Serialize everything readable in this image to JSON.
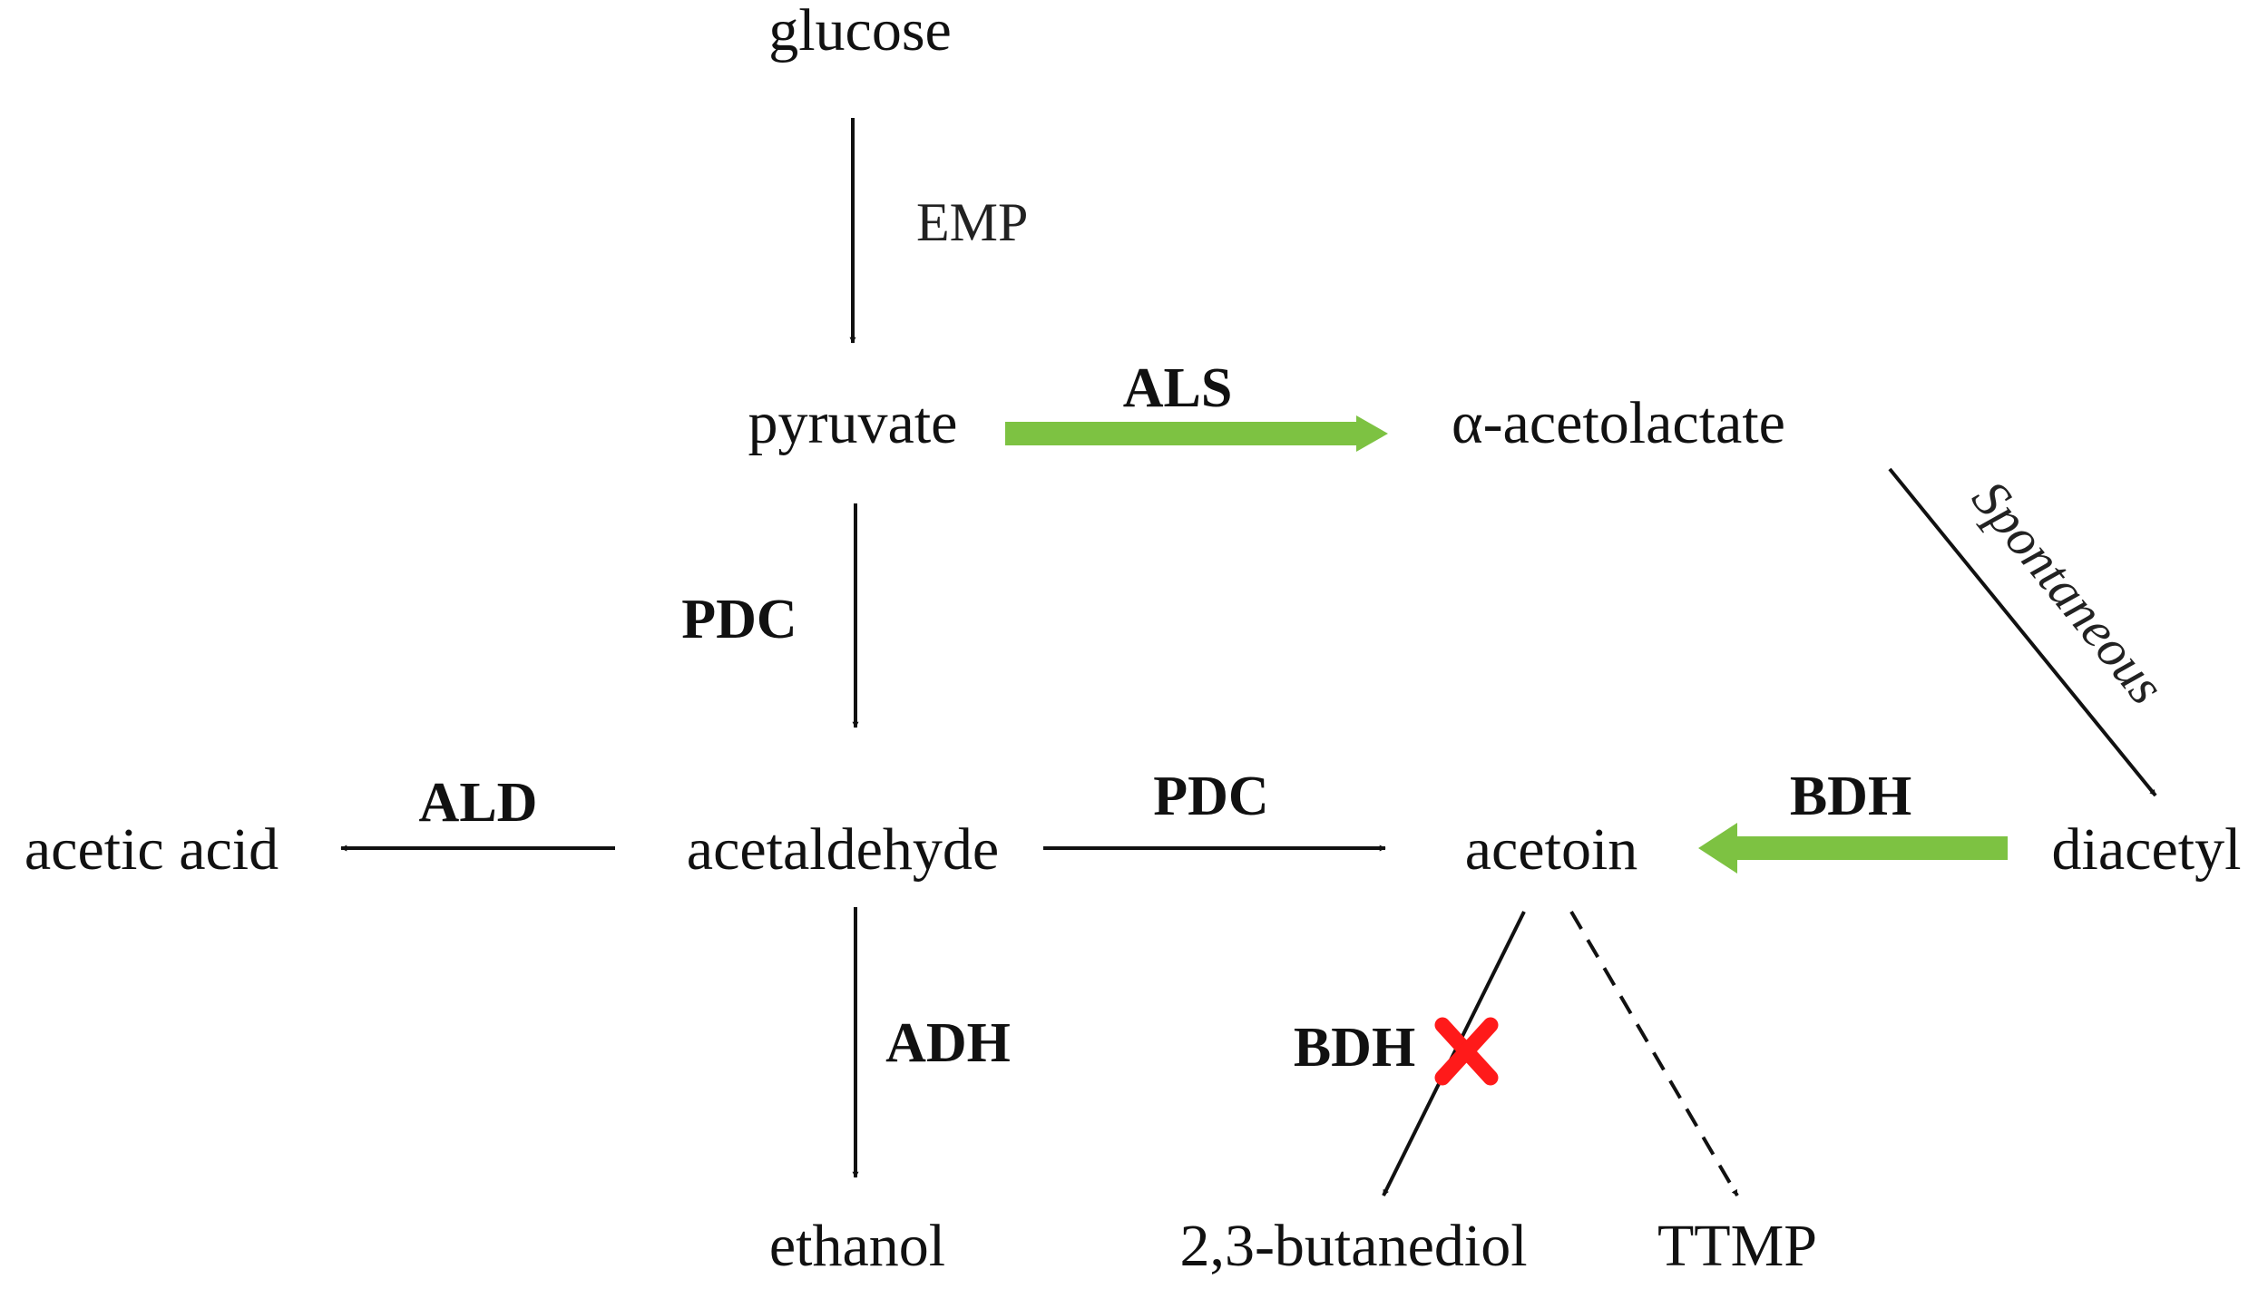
{
  "metabolites": {
    "glucose": "glucose",
    "pyruvate": "pyruvate",
    "alpha_acetolactate": "α-acetolactate",
    "acetaldehyde": "acetaldehyde",
    "acetic_acid": "acetic acid",
    "acetoin": "acetoin",
    "diacetyl": "diacetyl",
    "ethanol": "ethanol",
    "butanediol": "2,3-butanediol",
    "ttmp": "TTMP"
  },
  "enzymes": {
    "emp": "EMP",
    "als": "ALS",
    "pdc_vertical": "PDC",
    "pdc_horizontal": "PDC",
    "ald": "ALD",
    "bdh_green": "BDH",
    "adh": "ADH",
    "bdh_blocked": "BDH",
    "spontaneous": "Spontaneous"
  },
  "colors": {
    "engineered_arrow": "#7dc242",
    "block_mark": "#ff1a1a",
    "line": "#111111"
  },
  "edges": [
    {
      "from": "glucose",
      "to": "pyruvate",
      "label": "EMP",
      "style": "thin"
    },
    {
      "from": "pyruvate",
      "to": "α-acetolactate",
      "label": "ALS",
      "style": "green-bold"
    },
    {
      "from": "α-acetolactate",
      "to": "diacetyl",
      "label": "Spontaneous",
      "style": "thin"
    },
    {
      "from": "pyruvate",
      "to": "acetaldehyde",
      "label": "PDC",
      "style": "thin"
    },
    {
      "from": "acetaldehyde",
      "to": "acetic acid",
      "label": "ALD",
      "style": "thin"
    },
    {
      "from": "acetaldehyde",
      "to": "acetoin",
      "label": "PDC",
      "style": "thin"
    },
    {
      "from": "diacetyl",
      "to": "acetoin",
      "label": "BDH",
      "style": "green-bold"
    },
    {
      "from": "acetaldehyde",
      "to": "ethanol",
      "label": "ADH",
      "style": "thin"
    },
    {
      "from": "acetoin",
      "to": "2,3-butanediol",
      "label": "BDH",
      "style": "thin-blocked"
    },
    {
      "from": "acetoin",
      "to": "TTMP",
      "label": "",
      "style": "dashed"
    }
  ]
}
